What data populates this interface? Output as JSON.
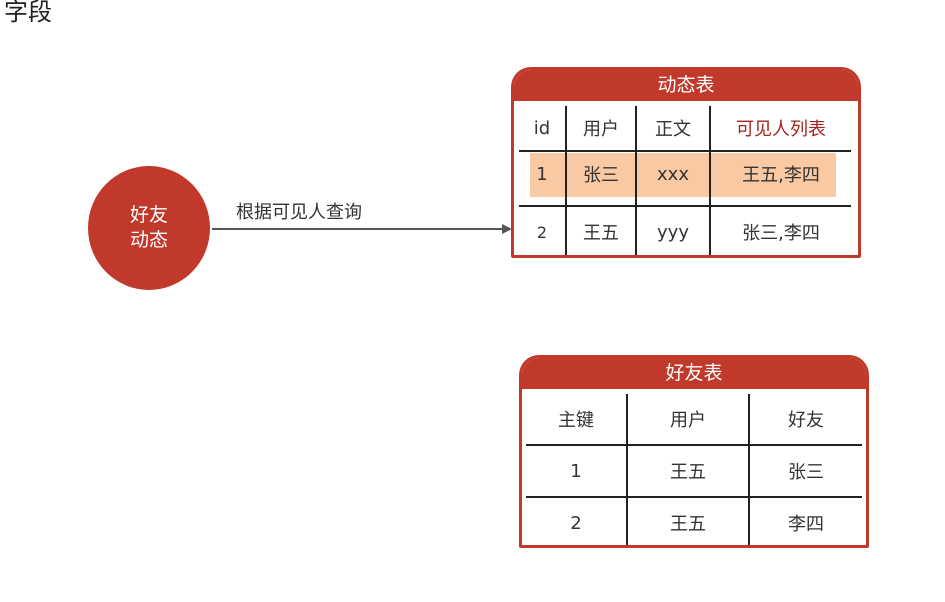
{
  "page": {
    "title_fragment": "字段"
  },
  "node": {
    "line1": "好友",
    "line2": "动态"
  },
  "edge": {
    "label": "根据可见人查询"
  },
  "colors": {
    "accent": "#c0392b",
    "highlight": "#f8c9a3",
    "emphasis_text": "#a5231b"
  },
  "feed_table": {
    "title": "动态表",
    "headers": [
      "id",
      "用户",
      "正文",
      "可见人列表"
    ],
    "rows": [
      [
        "1",
        "张三",
        "xxx",
        "王五,李四"
      ],
      [
        "2",
        "王五",
        "yyy",
        "张三,李四"
      ]
    ],
    "highlighted_row": 0
  },
  "friend_table": {
    "title": "好友表",
    "headers": [
      "主键",
      "用户",
      "好友"
    ],
    "rows": [
      [
        "1",
        "王五",
        "张三"
      ],
      [
        "2",
        "王五",
        "李四"
      ]
    ]
  }
}
